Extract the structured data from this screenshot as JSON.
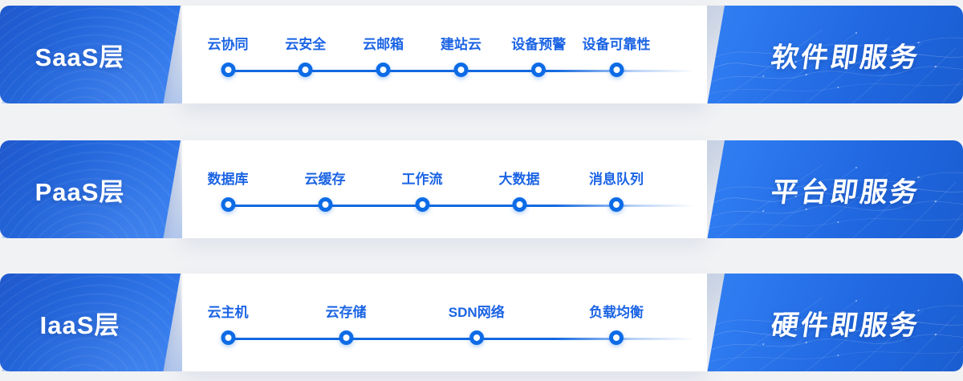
{
  "page": {
    "background_color": "#f1f2f4"
  },
  "colors": {
    "band_blue_dark": "#1d51c6",
    "band_blue_bright": "#2e79ef",
    "node_ring_blue": "#0d6be6",
    "timeline_label_blue": "#1b64e4",
    "timeline_line_blue": "#1368e0",
    "accent_left_light_blue": "#b9cdf0",
    "accent_right_gray_blue": "#c9d3e4",
    "text_white": "#ffffff"
  },
  "rows": [
    {
      "layer_label": "SaaS层",
      "service_label": "软件即服务",
      "items": [
        "云协同",
        "云安全",
        "云邮箱",
        "建站云",
        "设备预警",
        "设备可靠性"
      ],
      "positions_pct": [
        0,
        20,
        40,
        60,
        80,
        100
      ]
    },
    {
      "layer_label": "PaaS层",
      "service_label": "平台即服务",
      "items": [
        "数据库",
        "云缓存",
        "工作流",
        "大数据",
        "消息队列"
      ],
      "positions_pct": [
        0,
        25,
        50,
        75,
        100
      ]
    },
    {
      "layer_label": "IaaS层",
      "service_label": "硬件即服务",
      "items": [
        "云主机",
        "云存储",
        "SDN网络",
        "负载均衡"
      ],
      "positions_pct": [
        0,
        30.4,
        64,
        100
      ]
    }
  ]
}
